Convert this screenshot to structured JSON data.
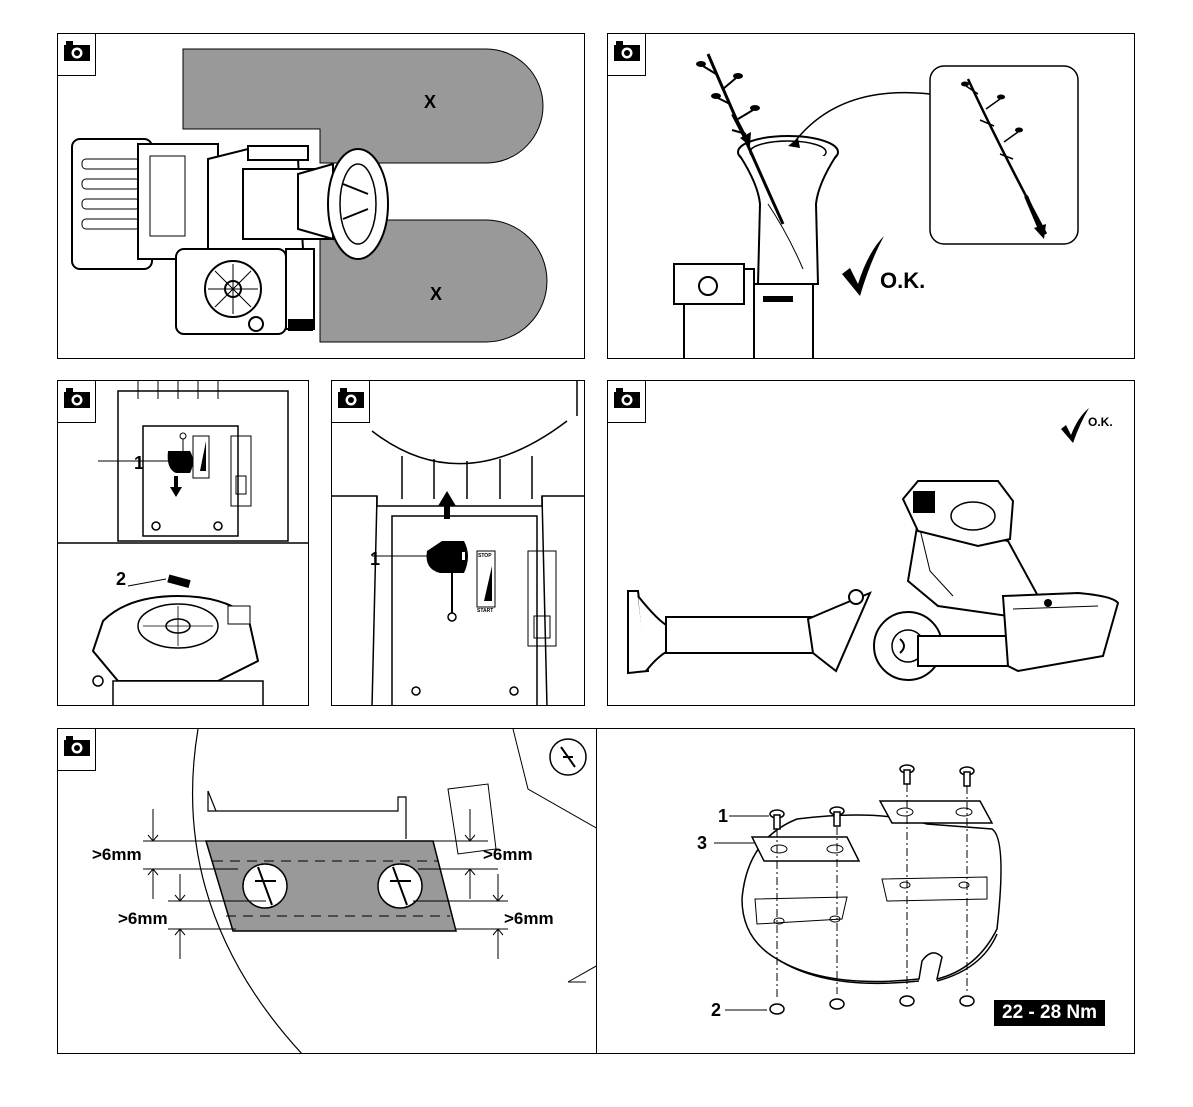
{
  "panels": {
    "top_left": {
      "marks": [
        "X",
        "X"
      ]
    },
    "top_right": {
      "ok": "O.K."
    },
    "mid_left": {
      "callout_1": "1",
      "callout_2": "2"
    },
    "mid_center": {
      "callout_1": "1",
      "switch_stop": "STOP",
      "switch_start": "START"
    },
    "mid_right": {
      "ok": "O.K."
    },
    "bottom_left": {
      "gap_labels": [
        ">6mm",
        ">6mm",
        ">6mm",
        ">6mm"
      ]
    },
    "bottom_right": {
      "callout_1": "1",
      "callout_2": "2",
      "callout_3": "3",
      "torque": "22 - 28 Nm"
    }
  },
  "icons": {
    "camera": "camera-icon",
    "check": "check-icon"
  }
}
